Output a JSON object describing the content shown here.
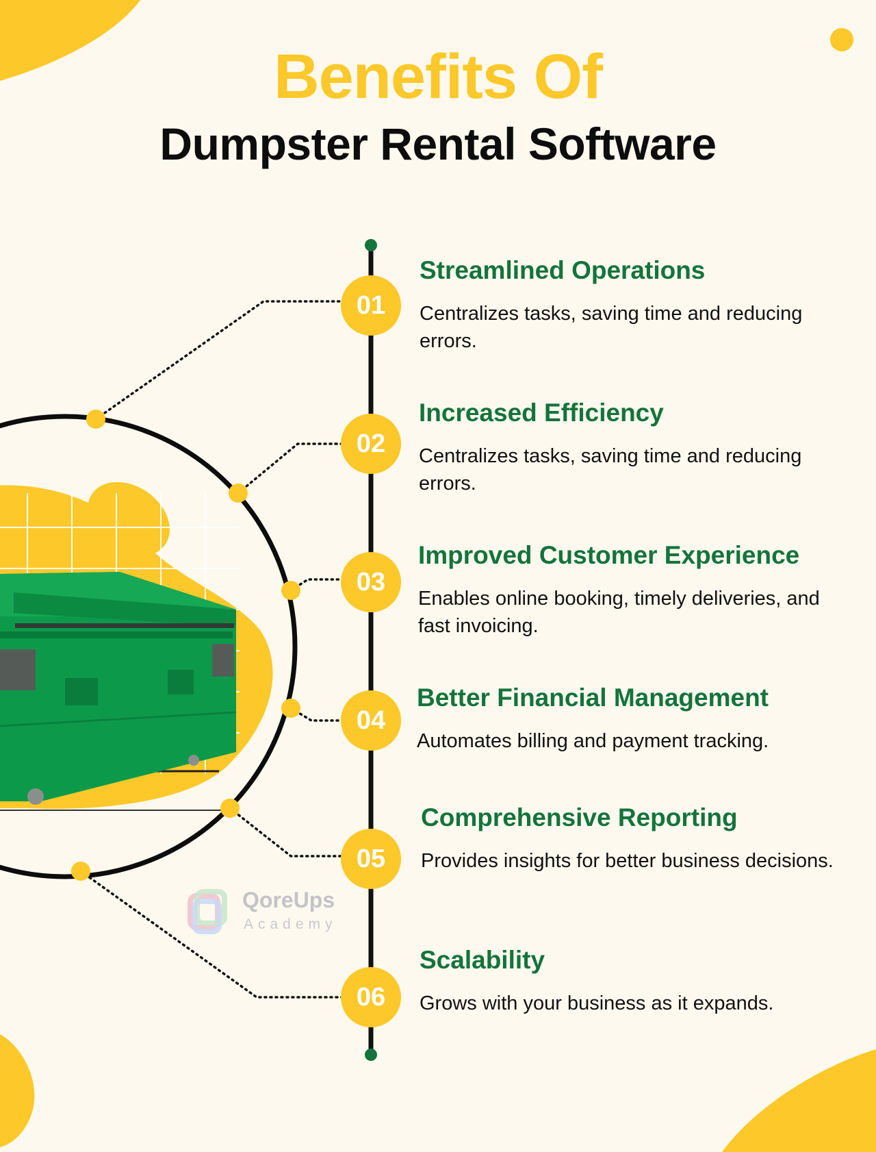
{
  "header": {
    "title_line1": "Benefits Of",
    "title_line2": "Dumpster Rental Software"
  },
  "items": [
    {
      "number": "01",
      "title": "Streamlined Operations",
      "description": "Centralizes tasks, saving time and reducing errors."
    },
    {
      "number": "02",
      "title": "Increased Efficiency",
      "description": "Centralizes tasks, saving time and reducing errors."
    },
    {
      "number": "03",
      "title": "Improved Customer Experience",
      "description": "Enables online booking, timely deliveries, and fast invoicing."
    },
    {
      "number": "04",
      "title": "Better Financial Management",
      "description": "Automates billing and payment tracking."
    },
    {
      "number": "05",
      "title": "Comprehensive Reporting",
      "description": "Provides insights for better business decisions."
    },
    {
      "number": "06",
      "title": "Scalability",
      "description": "Grows with your business as it expands."
    }
  ],
  "logo": {
    "name": "QoreUps",
    "subtitle": "Academy"
  },
  "colors": {
    "accent_yellow": "#fcc82a",
    "heading_green": "#14733c",
    "timeline_black": "#111111",
    "background": "#fdf9ee"
  },
  "illustration": {
    "icon": "dumpster-icon",
    "color": "green"
  }
}
